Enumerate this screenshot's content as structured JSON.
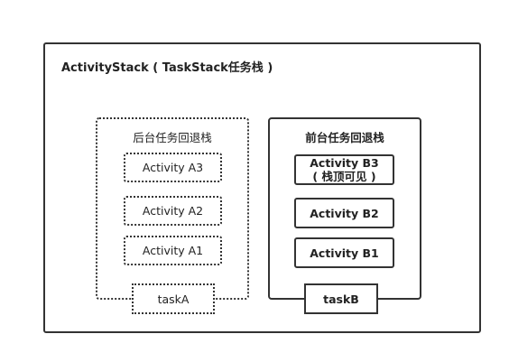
{
  "activity_stack": {
    "title": "ActivityStack ( TaskStack任务栈 )"
  },
  "background_task": {
    "title": "后台任务回退栈",
    "activities": [
      "Activity A3",
      "Activity A2",
      "Activity A1"
    ],
    "task_label": "taskA"
  },
  "foreground_task": {
    "title": "前台任务回退栈",
    "activities": [
      {
        "name": "Activity B3",
        "note": "( 栈顶可见 )"
      },
      {
        "name": "Activity B2"
      },
      {
        "name": "Activity B1"
      }
    ],
    "task_label": "taskB"
  }
}
